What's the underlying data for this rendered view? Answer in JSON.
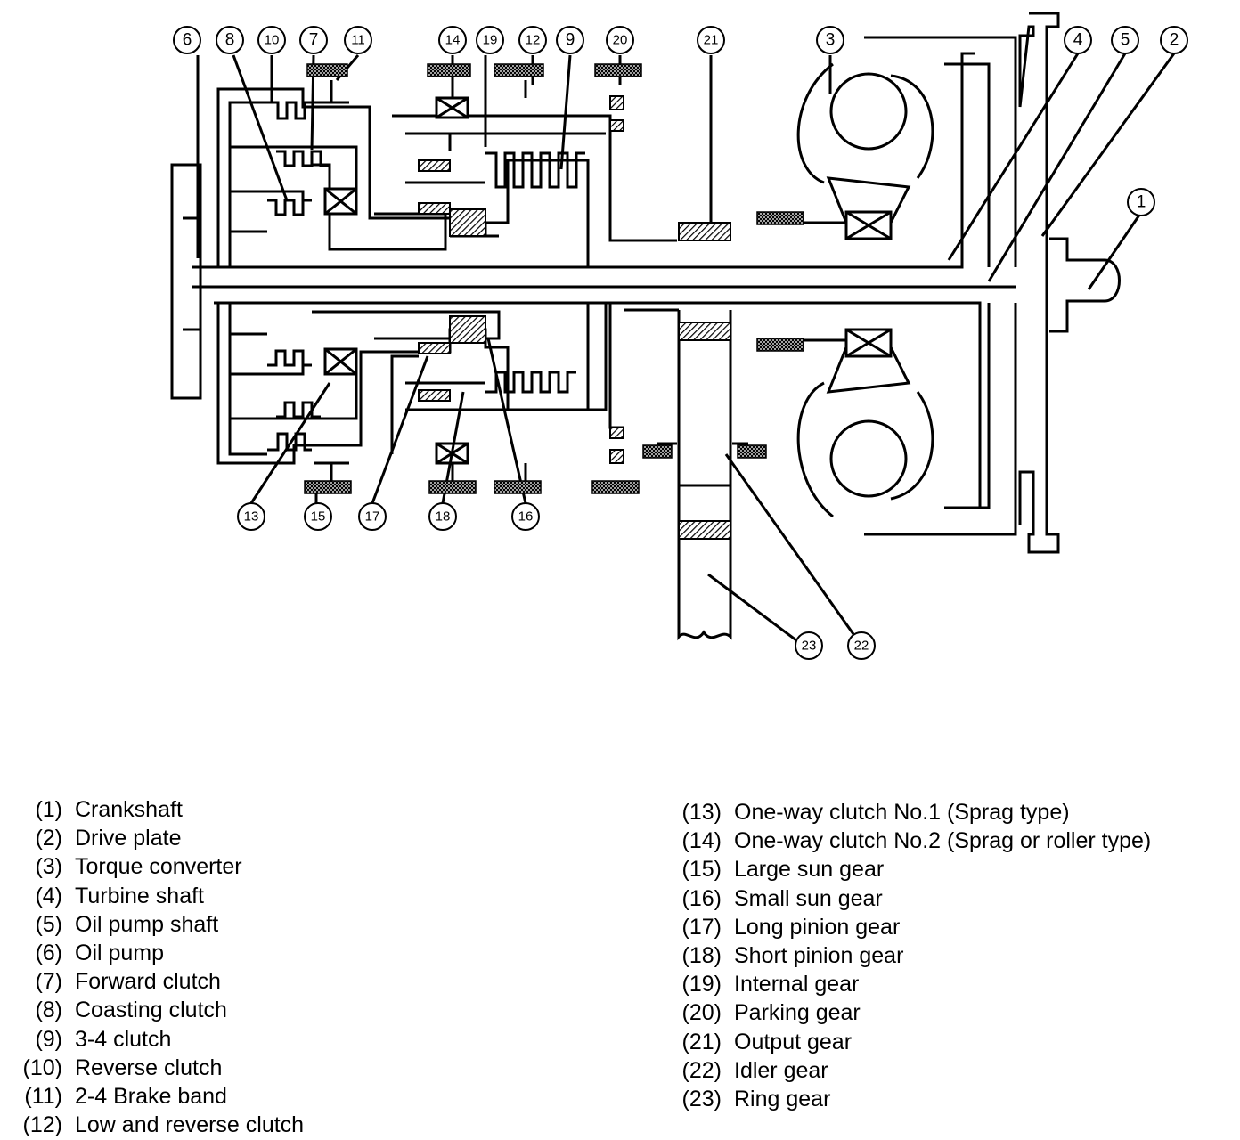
{
  "callouts": [
    "1",
    "2",
    "3",
    "4",
    "5",
    "6",
    "7",
    "8",
    "9",
    "10",
    "11",
    "12",
    "13",
    "14",
    "15",
    "16",
    "17",
    "18",
    "19",
    "20",
    "21",
    "22",
    "23"
  ],
  "legend_left": [
    {
      "num": "(1)",
      "label": "Crankshaft"
    },
    {
      "num": "(2)",
      "label": "Drive plate"
    },
    {
      "num": "(3)",
      "label": "Torque converter"
    },
    {
      "num": "(4)",
      "label": "Turbine shaft"
    },
    {
      "num": "(5)",
      "label": "Oil pump shaft"
    },
    {
      "num": "(6)",
      "label": "Oil pump"
    },
    {
      "num": "(7)",
      "label": "Forward clutch"
    },
    {
      "num": "(8)",
      "label": "Coasting clutch"
    },
    {
      "num": "(9)",
      "label": "3-4 clutch"
    },
    {
      "num": "(10)",
      "label": "Reverse clutch"
    },
    {
      "num": "(11)",
      "label": "2-4 Brake band"
    },
    {
      "num": "(12)",
      "label": "Low and reverse clutch"
    }
  ],
  "legend_right": [
    {
      "num": "(13)",
      "label": "One-way clutch No.1 (Sprag type)"
    },
    {
      "num": "(14)",
      "label": "One-way clutch No.2 (Sprag or roller type)"
    },
    {
      "num": "(15)",
      "label": "Large sun gear"
    },
    {
      "num": "(16)",
      "label": "Small sun gear"
    },
    {
      "num": "(17)",
      "label": "Long pinion gear"
    },
    {
      "num": "(18)",
      "label": "Short pinion gear"
    },
    {
      "num": "(19)",
      "label": "Internal gear"
    },
    {
      "num": "(20)",
      "label": "Parking gear"
    },
    {
      "num": "(21)",
      "label": "Output gear"
    },
    {
      "num": "(22)",
      "label": "Idler gear"
    },
    {
      "num": "(23)",
      "label": "Ring gear"
    }
  ]
}
